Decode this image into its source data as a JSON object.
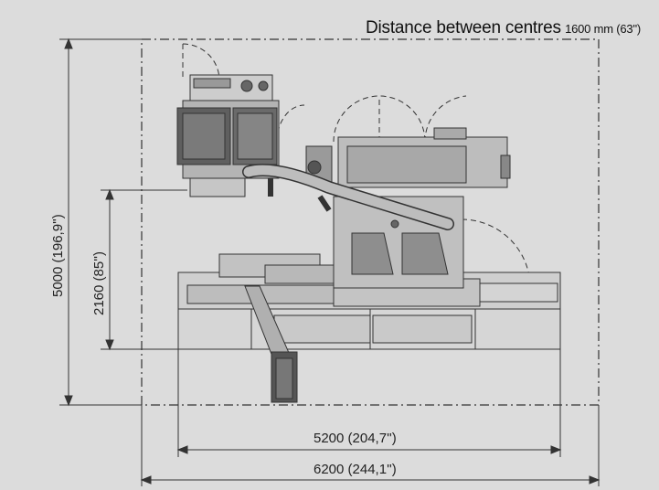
{
  "caption": {
    "label": "Distance between centres",
    "value": "1600 mm (63\")"
  },
  "dimensions": {
    "height_overall": "5000   (196,9'')",
    "height_partial": "2160   (85'')",
    "width_inner": "5200     (204,7'')",
    "width_overall": "6200     (244,1'')"
  },
  "colors": {
    "background": "#dcdcdc",
    "line": "#222222",
    "machine_fill": "#c8c8c8",
    "machine_dark": "#5a5a5a"
  }
}
